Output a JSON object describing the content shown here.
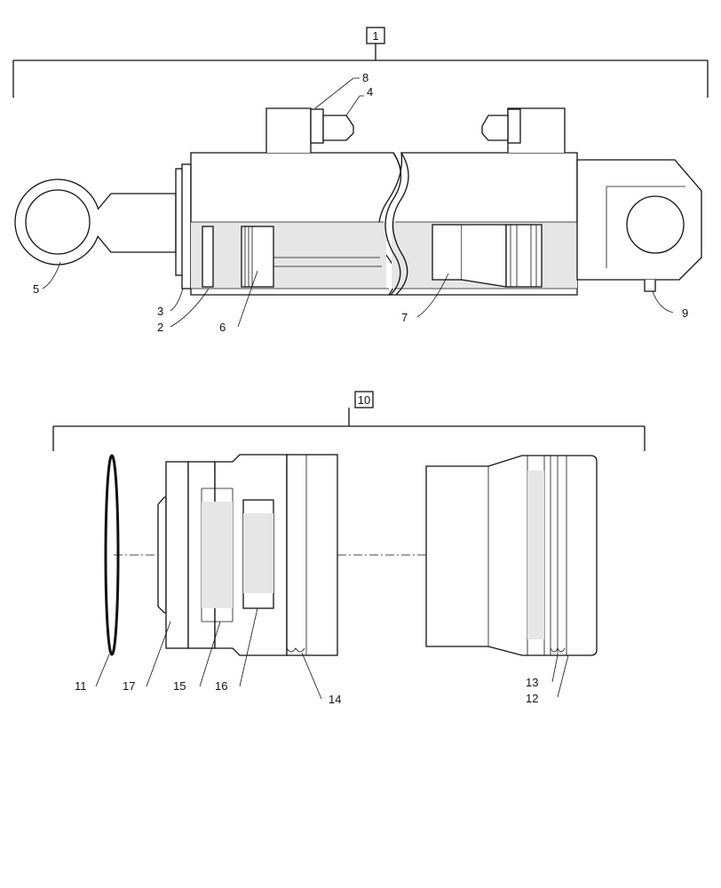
{
  "assemblies": [
    {
      "id": "assembly-1",
      "label": "1"
    },
    {
      "id": "assembly-10",
      "label": "10"
    }
  ],
  "callouts": {
    "c2": "2",
    "c3": "3",
    "c4": "4",
    "c5": "5",
    "c6": "6",
    "c7": "7",
    "c8": "8",
    "c9": "9",
    "c11": "11",
    "c12": "12",
    "c13": "13",
    "c14": "14",
    "c15": "15",
    "c16": "16",
    "c17": "17"
  },
  "colors": {
    "line": "#111111",
    "shade": "#e6e6e6",
    "background": "#ffffff"
  }
}
